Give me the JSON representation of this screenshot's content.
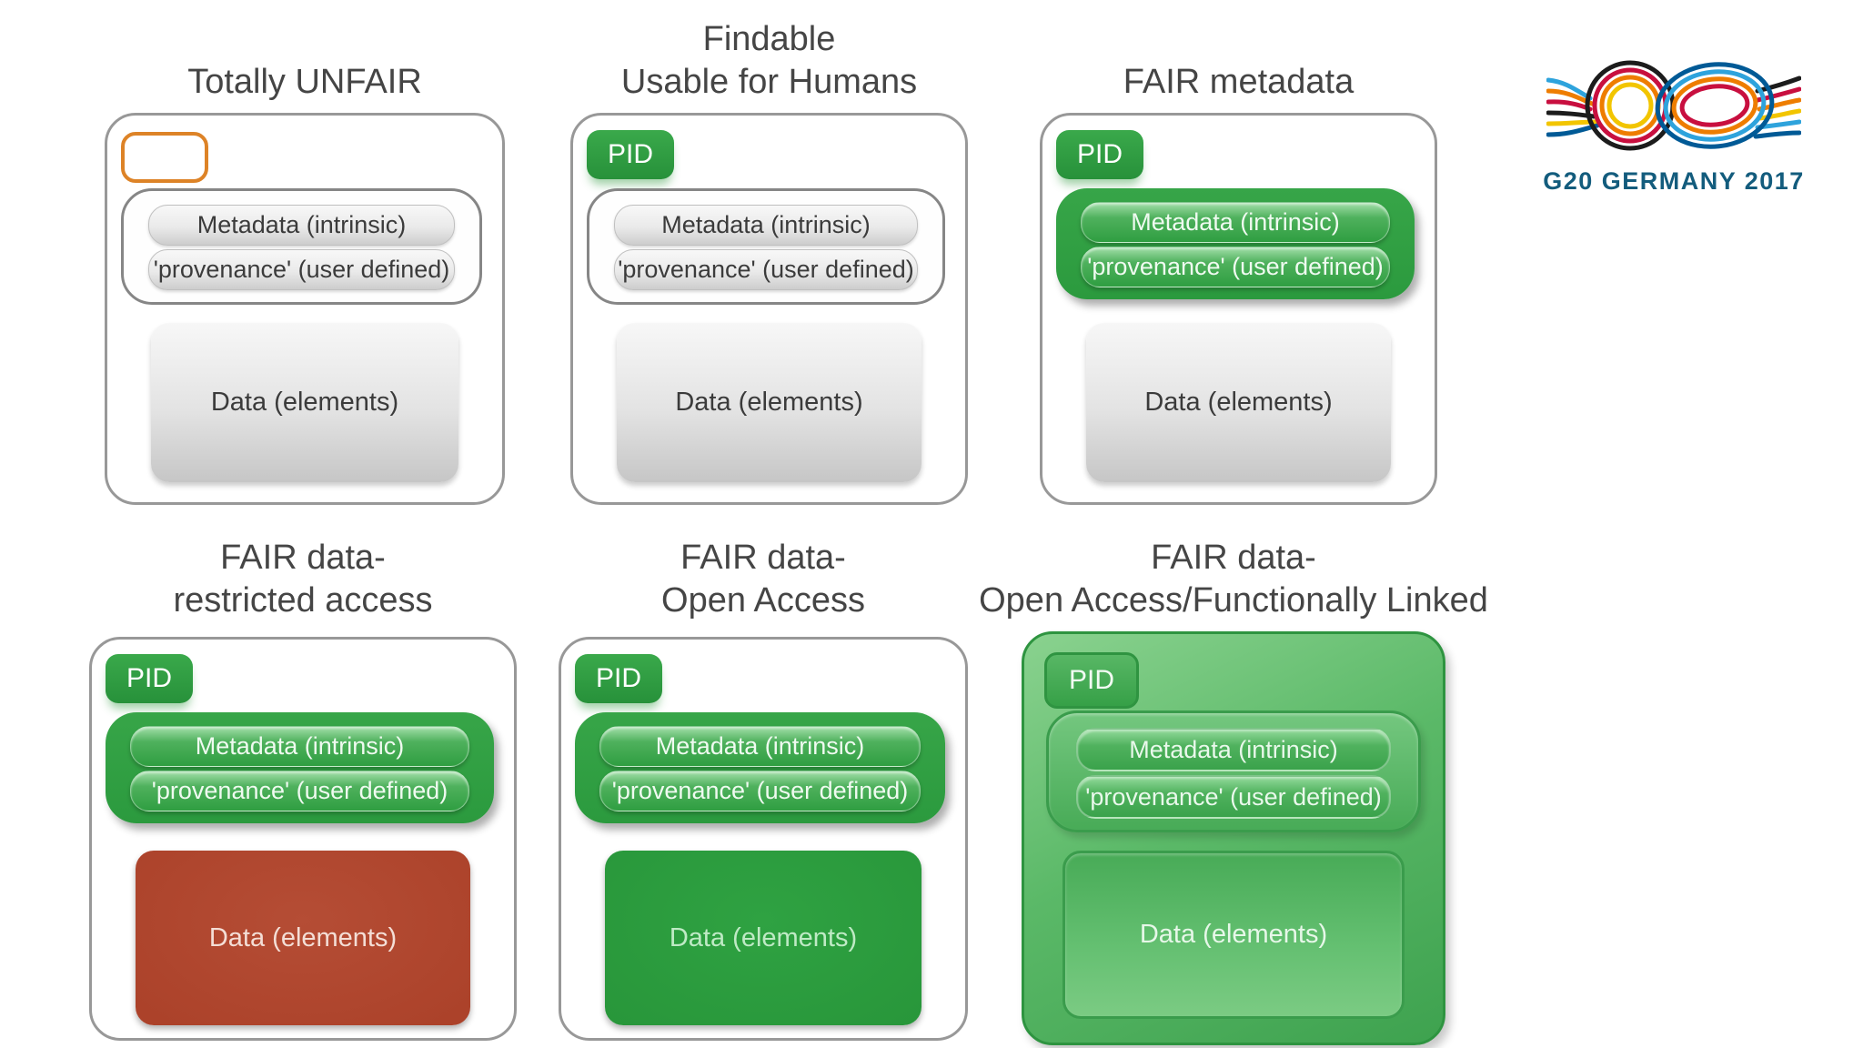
{
  "slide": {
    "background": "#ffffff",
    "description_states": {
      "pid_missing": "empty orange outline badge",
      "pid_present": "green PID badge",
      "metadata_plain": "gray metadata group",
      "metadata_fair": "green metadata group",
      "data_plain": "gray data box",
      "data_restricted": "red data box",
      "data_open": "green data box",
      "container_linked": "fully green container"
    }
  },
  "labels": {
    "pid": "PID",
    "metadata": "Metadata (intrinsic)",
    "provenance": "'provenance' (user defined)",
    "data": "Data (elements)"
  },
  "panels": [
    {
      "key": "totally-unfair",
      "title_line_1": "Totally UNFAIR",
      "title_line_2": "",
      "pid_state": "missing",
      "metadata_state": "plain",
      "data_state": "plain",
      "container_state": "white"
    },
    {
      "key": "findable-usable-for-humans",
      "title_line_1": "Findable",
      "title_line_2": "Usable for Humans",
      "pid_state": "present",
      "metadata_state": "plain",
      "data_state": "plain",
      "container_state": "white"
    },
    {
      "key": "fair-metadata",
      "title_line_1": "FAIR metadata",
      "title_line_2": "",
      "pid_state": "present",
      "metadata_state": "fair",
      "data_state": "plain",
      "container_state": "white"
    },
    {
      "key": "fair-data-restricted-access",
      "title_line_1": "FAIR data-",
      "title_line_2": "restricted access",
      "pid_state": "present",
      "metadata_state": "fair",
      "data_state": "restricted",
      "container_state": "white"
    },
    {
      "key": "fair-data-open-access",
      "title_line_1": "FAIR data-",
      "title_line_2": "Open Access",
      "pid_state": "present",
      "metadata_state": "fair",
      "data_state": "open",
      "container_state": "white"
    },
    {
      "key": "fair-data-open-access-functionally-linked",
      "title_line_1": "FAIR data-",
      "title_line_2": "Open Access/Functionally Linked",
      "pid_state": "present",
      "metadata_state": "fair",
      "data_state": "open",
      "container_state": "green"
    }
  ],
  "logo": {
    "caption": "G20 GERMANY 2017",
    "caption_color": "#135c7d",
    "strand_colors": {
      "black": "#1c1c1c",
      "red": "#c80f3f",
      "orange": "#ee7d00",
      "yellow": "#f2c500",
      "light_blue": "#2ea3dc",
      "dark_blue": "#005a96"
    }
  },
  "colors": {
    "panel_border": "#989898",
    "title_text": "#454545",
    "fair_green": "#2f9e41",
    "dark_green_group": "#2e9a3e",
    "restricted_red": "#ae4730",
    "open_green": "#2b9c3e",
    "linked_panel_green": "#5bb968",
    "unfair_pid_orange": "#dd8327",
    "gray_pill_text": "#3b3b3b"
  }
}
